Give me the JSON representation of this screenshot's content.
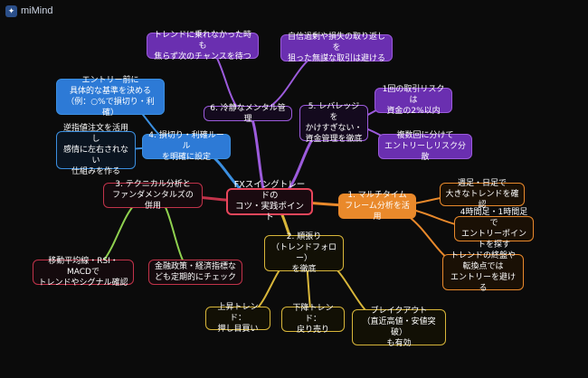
{
  "app": {
    "name": "miMind",
    "icon": "mimind-logo-icon"
  },
  "mindmap": {
    "root": "FXスイングトレードの\nコツ・実践ポイント",
    "branch1": {
      "label": "1. マルチタイム\nフレーム分析を活用",
      "children": [
        "週足・日足で\n大きなトレンドを確認",
        "4時間足・1時間足で\nエントリーポイントを探す",
        "トレンドの終盤や\n転換点では\nエントリーを避ける"
      ]
    },
    "branch2": {
      "label": "2. 順張り\n（トレンドフォロー）\nを徹底",
      "children": [
        "上昇トレンド：\n押し目買い",
        "下降トレンド：\n戻り売り",
        "ブレイクアウト\n（直近高値・安値突破）\nも有効"
      ]
    },
    "branch3": {
      "label": "3. テクニカル分析と\nファンダメンタルズの併用",
      "children": [
        "移動平均線・RSI・MACDで\nトレンドやシグナル確認",
        "金融政策・経済指標なども定期的にチェック"
      ]
    },
    "branch4": {
      "label": "4. 損切り・利確ルール\nを明確に設定",
      "children": [
        "エントリー前に\n具体的な基準を決める\n（例：○%で損切り・利確）",
        "逆指値注文を活用し\n感情に左右されない\n仕組みを作る"
      ]
    },
    "branch5": {
      "label": "5. レバレッジを\nかけすぎない・\n資金管理を徹底",
      "children": [
        "1回の取引リスクは\n資金の2%以内",
        "複数回に分けて\nエントリーしリスク分散"
      ]
    },
    "branch6": {
      "label": "6. 冷静なメンタル管理",
      "children": [
        "トレンドに乗れなかった時も\n焦らず次のチャンスを待つ",
        "自信過剰や損失の取り返しを\n狙った無謀な取引は避ける"
      ]
    }
  },
  "colors": {
    "background": "#0b0b0b",
    "root": "#e8465b",
    "branch1": "#e9892b",
    "branch2": "#d8b63a",
    "branch3": "#c2334a",
    "branch3_links": "#8fd14f",
    "branch4": "#3b8fe0",
    "branch5": "#9c5bdc",
    "branch6": "#9c5bdc"
  }
}
